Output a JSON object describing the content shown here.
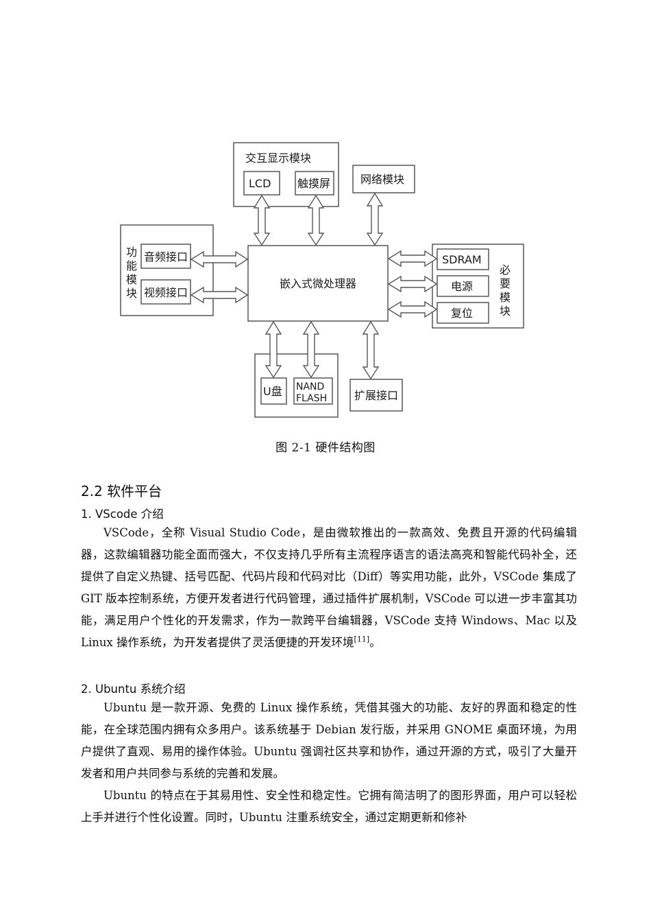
{
  "diagram": {
    "interaction_group": "交互显示模块",
    "lcd": "LCD",
    "touchscreen": "触摸屏",
    "network": "网络模块",
    "function_group_chars": [
      "功",
      "能",
      "模",
      "块"
    ],
    "audio": "音频接口",
    "video": "视频接口",
    "processor": "嵌入式微处理器",
    "sdram": "SDRAM",
    "power": "电源",
    "reset": "复位",
    "required_group_chars": [
      "必",
      "要",
      "模",
      "块"
    ],
    "usb": "U盘",
    "nand_line1": "NAND",
    "nand_line2": "FLASH",
    "expansion": "扩展接口"
  },
  "caption": "图 2-1  硬件结构图",
  "section_title": "2.2 软件平台",
  "subsection1": "1. VScode 介绍",
  "para1": "VSCode，全称 Visual Studio Code，是由微软推出的一款高效、免费且开源的代码编辑器，这款编辑器功能全面而强大，不仅支持几乎所有主流程序语言的语法高亮和智能代码补全，还提供了自定义热键、括号匹配、代码片段和代码对比（Diff）等实用功能，此外，VSCode 集成了 GIT 版本控制系统，方便开发者进行代码管理，通过插件扩展机制，VSCode 可以进一步丰富其功能，满足用户个性化的开发需求，作为一款跨平台编辑器，VSCode 支持 Windows、Mac 以及 Linux 操作系统，为开发者提供了灵活便捷的开发环境",
  "para1_ref": "[11]",
  "para1_end": "。",
  "subsection2": "2. Ubuntu 系统介绍",
  "para2": "Ubuntu 是一款开源、免费的 Linux 操作系统，凭借其强大的功能、友好的界面和稳定的性能，在全球范围内拥有众多用户。该系统基于 Debian 发行版，并采用 GNOME 桌面环境，为用户提供了直观、易用的操作体验。Ubuntu 强调社区共享和协作，通过开源的方式，吸引了大量开发者和用户共同参与系统的完善和发展。",
  "para3": "Ubuntu 的特点在于其易用性、安全性和稳定性。它拥有简洁明了的图形界面，用户可以轻松上手并进行个性化设置。同时，Ubuntu 注重系统安全，通过定期更新和修补"
}
